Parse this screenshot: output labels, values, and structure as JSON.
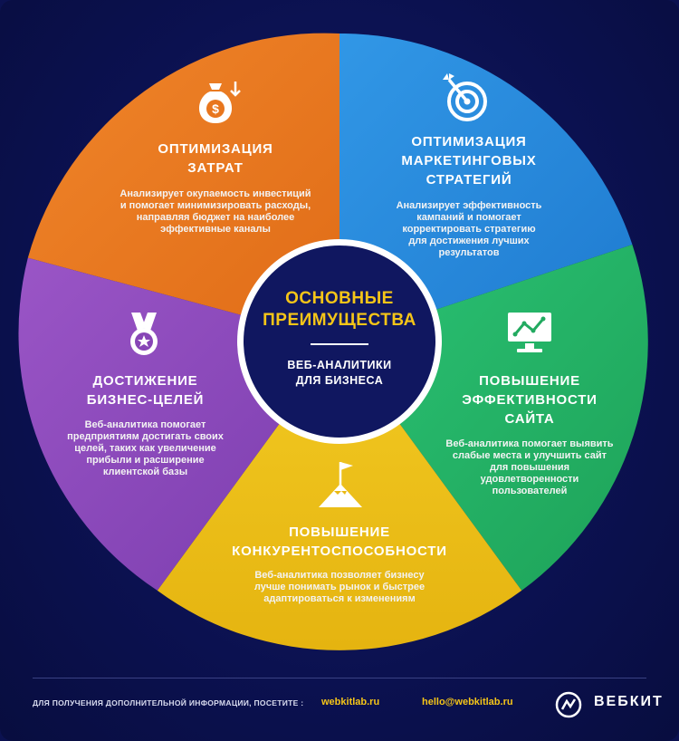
{
  "colors": {
    "background": "#0b1150",
    "cost": "#ee7d22",
    "marketing": "#2b8dde",
    "site": "#24b465",
    "competitive": "#f0c417",
    "goals": "#8c4aba",
    "accent": "#f5c518"
  },
  "center": {
    "title_line1": "ОСНОВНЫЕ",
    "title_line2": "ПРЕИМУЩЕСТВА",
    "subtitle_line1": "ВЕБ-АНАЛИТИКИ",
    "subtitle_line2": "ДЛЯ БИЗНЕСА"
  },
  "segments": {
    "cost": {
      "icon": "money-bag-icon",
      "title": [
        "ОПТИМИЗАЦИЯ",
        "ЗАТРАТ"
      ],
      "desc": [
        "Анализирует окупаемость инвестиций",
        "и помогает минимизировать расходы,",
        "направляя бюджет на наиболее",
        "эффективные каналы"
      ]
    },
    "marketing": {
      "icon": "target-icon",
      "title": [
        "ОПТИМИЗАЦИЯ",
        "МАРКЕТИНГОВЫХ",
        "СТРАТЕГИЙ"
      ],
      "desc": [
        "Анализирует эффективность",
        "кампаний и помогает",
        "корректировать стратегию",
        "для достижения лучших",
        "результатов"
      ]
    },
    "site": {
      "icon": "monitor-chart-icon",
      "title": [
        "ПОВЫШЕНИЕ",
        "ЭФФЕКТИВНОСТИ",
        "САЙТА"
      ],
      "desc": [
        "Веб-аналитика помогает выявить",
        "слабые места и улучшить сайт",
        "для повышения",
        "удовлетворенности",
        "пользователей"
      ]
    },
    "competitive": {
      "icon": "mountain-flag-icon",
      "title": [
        "ПОВЫШЕНИЕ",
        "КОНКУРЕНТОСПОСОБНОСТИ"
      ],
      "desc": [
        "Веб-аналитика позволяет бизнесу",
        "лучше понимать рынок и быстрее",
        "адаптироваться к изменениям"
      ]
    },
    "goals": {
      "icon": "medal-icon",
      "title": [
        "ДОСТИЖЕНИЕ",
        "БИЗНЕС-ЦЕЛЕЙ"
      ],
      "desc": [
        "Веб-аналитика помогает",
        "предприятиям достигать своих",
        "целей, таких как увеличение",
        "прибыли и расширение",
        "клиентской базы"
      ]
    }
  },
  "footer": {
    "note": "ДЛЯ ПОЛУЧЕНИЯ ДОПОЛНИТЕЛЬНОЙ ИНФОРМАЦИИ, ПОСЕТИТЕ :",
    "site": "webkitlab.ru",
    "email": "hello@webkitlab.ru",
    "brand": "ВЕБКИТ"
  }
}
